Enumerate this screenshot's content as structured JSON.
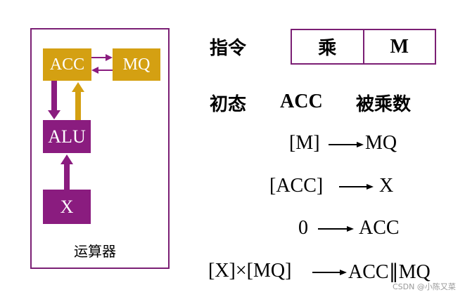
{
  "alu_diagram": {
    "acc_label": "ACC",
    "mq_label": "MQ",
    "alu_label": "ALU",
    "x_label": "X",
    "unit_label": "运算器"
  },
  "instruction": {
    "label": "指令",
    "op_label": "乘",
    "operand_label": "M"
  },
  "initial_state": {
    "label": "初态",
    "register": "ACC",
    "description": "被乘数"
  },
  "steps": [
    {
      "from": "[M]",
      "to": "MQ"
    },
    {
      "from": "[ACC]",
      "to": "X"
    },
    {
      "from": "0",
      "to": "ACC"
    },
    {
      "from": "[X]×[MQ]",
      "to": "ACC∥MQ"
    }
  ],
  "watermark": "CSDN @小陈又菜",
  "colors": {
    "frame": "#7b1f74",
    "register_box": "#d4a012",
    "alu_box": "#8a1c7f"
  }
}
